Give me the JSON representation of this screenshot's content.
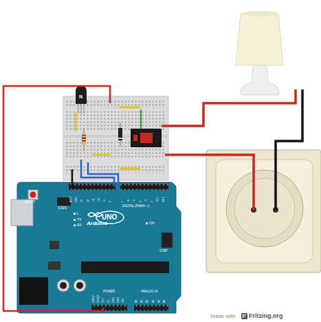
{
  "diagram": {
    "labels": [
      "N",
      "RESET",
      "ICSP2",
      "L",
      "TX",
      "RX",
      "UNO",
      "Arduino",
      "ON",
      "ICSP",
      "DIGITAL (PWM= ~)",
      "POWER",
      "ANALOG IN",
      "AREF",
      "GND",
      "13",
      "12",
      "~11",
      "~10",
      "~9",
      "8",
      "7",
      "~6",
      "~5",
      "4",
      "~3",
      "2",
      "TX 1",
      "RX 0",
      "IOREF",
      "RESET",
      "3V3",
      "5V",
      "GND",
      "GND",
      "VIN",
      "A0",
      "A1",
      "A2",
      "A3",
      "A4",
      "A5",
      "Made with",
      "Fritzing.org"
    ]
  }
}
